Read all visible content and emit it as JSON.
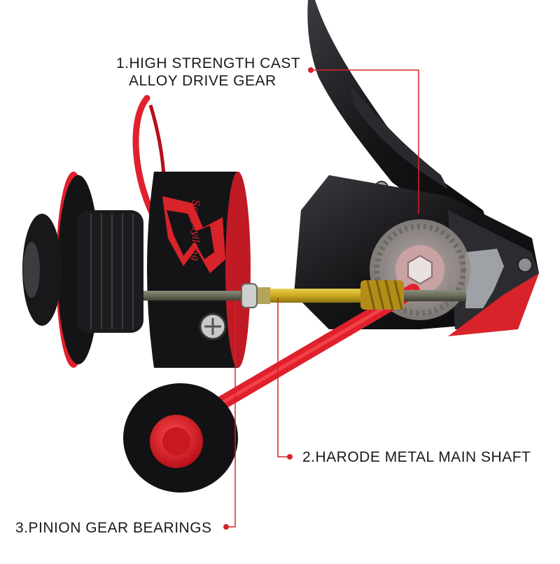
{
  "callouts": [
    {
      "number": "1",
      "lines": [
        "1.HIGH STRENGTH CAST",
        "ALLOY DRIVE GEAR"
      ]
    },
    {
      "number": "2",
      "lines": [
        "2.HARODE METAL MAIN SHAFT"
      ]
    },
    {
      "number": "3",
      "lines": [
        "3.PINION GEAR BEARINGS"
      ]
    }
  ],
  "spool_brand": "Sougayilang",
  "colors": {
    "accent_red": "#e0202c",
    "leader_red": "#d8232a",
    "body_black": "#141416",
    "shaft_gold": "#c9a81e",
    "text": "#1a1a1a"
  },
  "icons": [
    "fishing-reel-image",
    "drive-gear-icon",
    "main-shaft-icon",
    "pinion-gear-icon"
  ]
}
